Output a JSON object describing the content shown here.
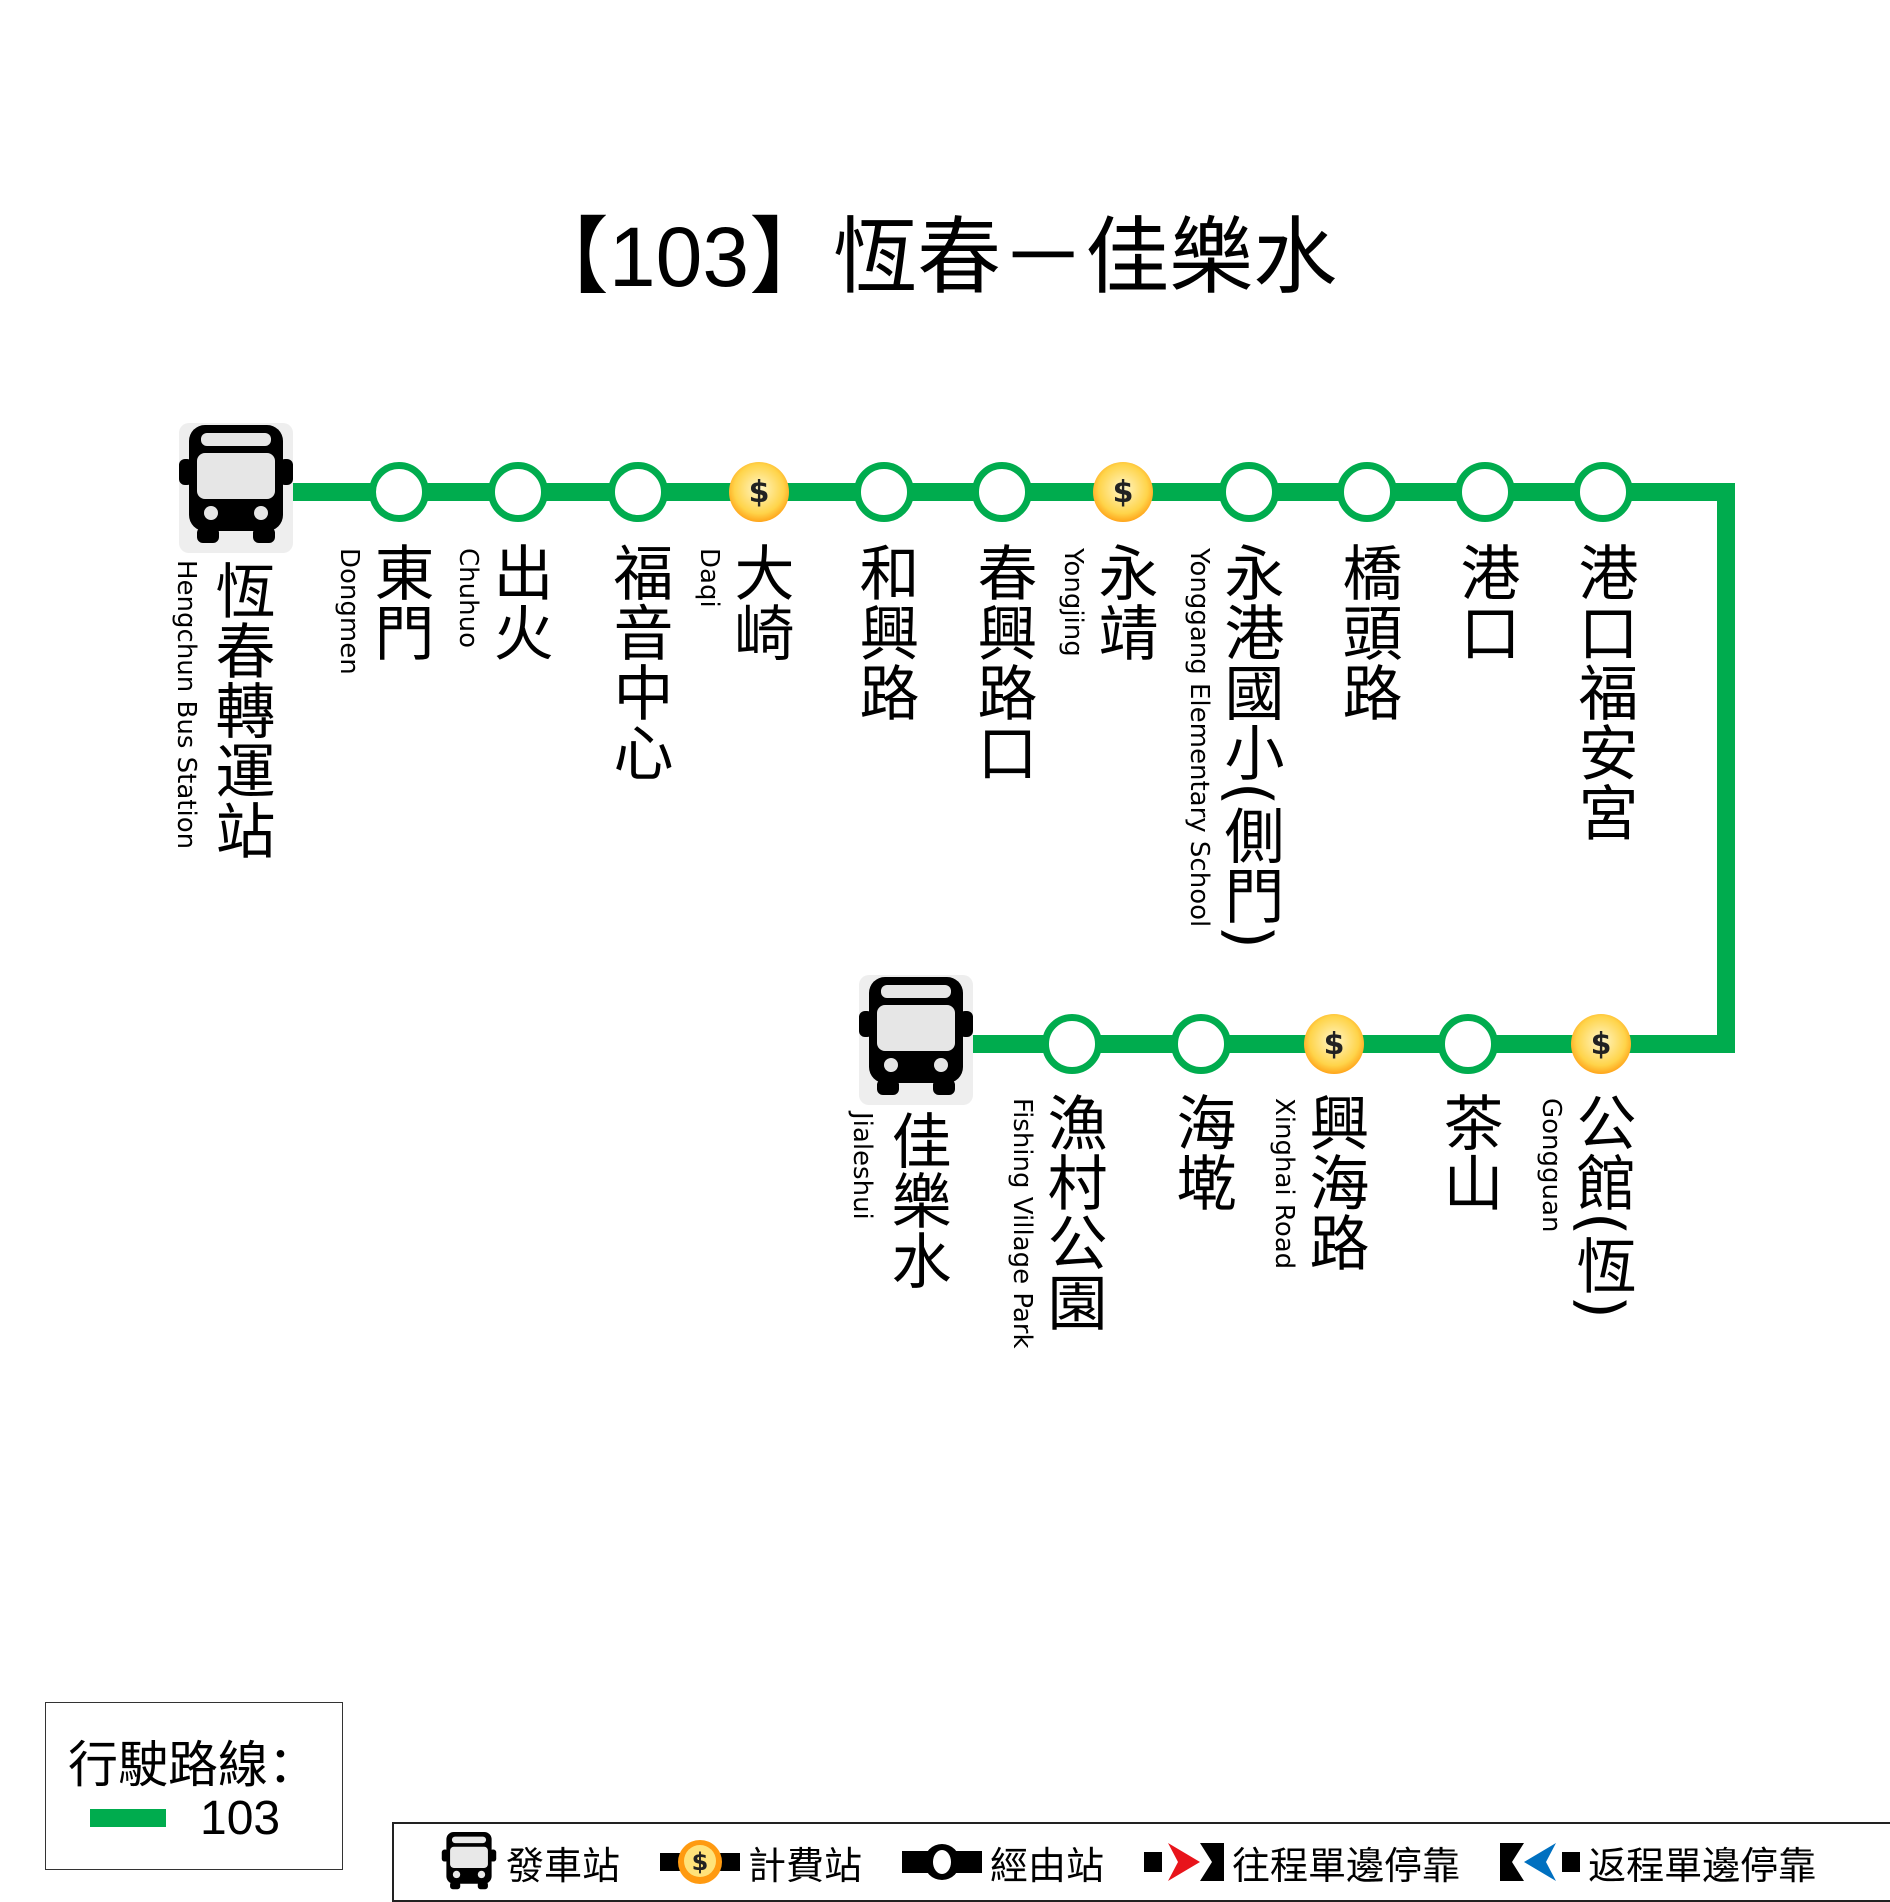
{
  "title": {
    "open": "【",
    "route": "103",
    "close": "】",
    "name": "恆春－佳樂水"
  },
  "colors": {
    "route": "#00ac4e",
    "outbound": "#e8141b",
    "return": "#0070c0"
  },
  "origin": {
    "zh": "恆春轉運站",
    "en": "Hengchun Bus Station",
    "icon": "bus-icon"
  },
  "top_stops": [
    {
      "zh": "東門",
      "en": "Dongmen",
      "fee": false
    },
    {
      "zh": "出火",
      "en": "Chuhuo",
      "fee": false
    },
    {
      "zh": "福音中心",
      "en": "",
      "fee": false
    },
    {
      "zh": "大崎",
      "en": "Daqi",
      "fee": true
    },
    {
      "zh": "和興路",
      "en": "",
      "fee": false
    },
    {
      "zh": "春興路口",
      "en": "",
      "fee": false
    },
    {
      "zh": "永靖",
      "en": "Yongjing",
      "fee": true
    },
    {
      "zh": "永港國小(側門)",
      "en": "Yonggang Elementary School",
      "fee": false
    },
    {
      "zh": "橋頭路",
      "en": "",
      "fee": false
    },
    {
      "zh": "港口",
      "en": "",
      "fee": false
    },
    {
      "zh": "港口福安宮",
      "en": "",
      "fee": false
    }
  ],
  "bottom_stops": [
    {
      "zh": "公館(恆)",
      "en": "Gongguan",
      "fee": true
    },
    {
      "zh": "茶山",
      "en": "",
      "fee": false
    },
    {
      "zh": "興海路",
      "en": "Xinghai Road",
      "fee": true
    },
    {
      "zh": "海墘",
      "en": "",
      "fee": false
    },
    {
      "zh": "漁村公園",
      "en": "Fishing Village Park",
      "fee": false
    }
  ],
  "terminal": {
    "zh": "佳樂水",
    "en": "Jialeshui",
    "icon": "bus-icon"
  },
  "fee_symbol": "$",
  "legend_route": {
    "label": "行駛路線：",
    "route": "103"
  },
  "legend": {
    "depart": "發車站",
    "fee": "計費站",
    "via": "經由站",
    "outbound": "往程單邊停靠",
    "return": "返程單邊停靠"
  }
}
